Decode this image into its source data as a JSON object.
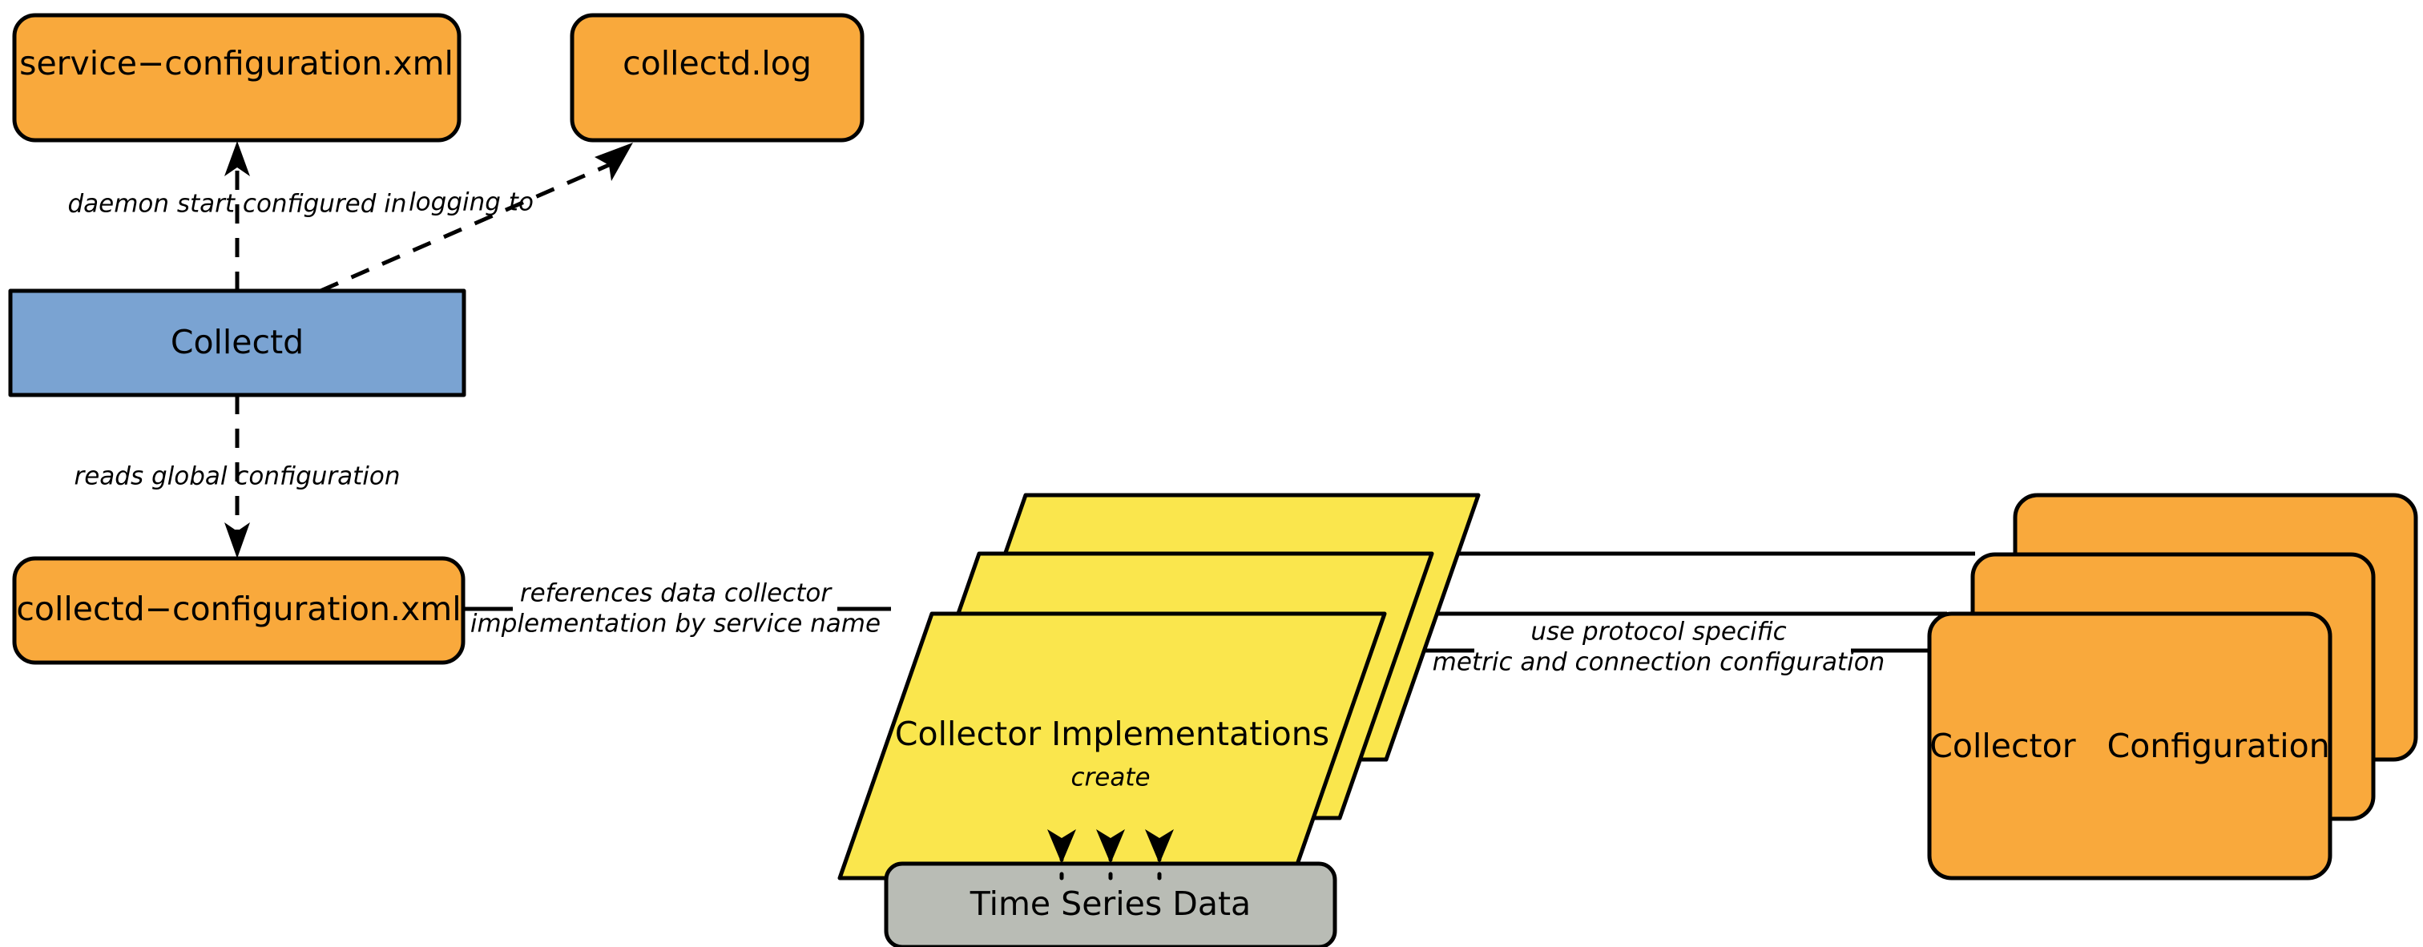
{
  "diagram": {
    "title": "Collectd architecture diagram",
    "background_color": "#ffffff",
    "colors": {
      "orange": "#f9a93c",
      "blue": "#7aa3d2",
      "yellow": "#fae64d",
      "gray": "#b9bcb5",
      "stroke": "#000000"
    },
    "nodes": [
      {
        "id": "service-configuration-xml",
        "label": "service−configuration.xml",
        "shape": "rounded-rect",
        "fill": "#f9a93c"
      },
      {
        "id": "collectd-log",
        "label": "collectd.log",
        "shape": "rounded-rect",
        "fill": "#f9a93c"
      },
      {
        "id": "collectd",
        "label": "Collectd",
        "shape": "rect",
        "fill": "#7aa3d2"
      },
      {
        "id": "collectd-configuration-xml",
        "label": "collectd−configuration.xml",
        "shape": "rounded-rect",
        "fill": "#f9a93c"
      },
      {
        "id": "collector-implementations",
        "label": "Collector Implementations",
        "shape": "parallelogram-stack",
        "fill": "#fae64d",
        "stack_count": 3
      },
      {
        "id": "collector-configuration",
        "label": "Collector   Configuration",
        "shape": "rounded-rect-stack",
        "fill": "#f9a93c",
        "stack_count": 3
      },
      {
        "id": "time-series-data",
        "label": "Time Series Data",
        "shape": "rounded-rect",
        "fill": "#b9bcb5"
      }
    ],
    "edges": [
      {
        "id": "daemon-start-configured-in",
        "label": "daemon start configured in",
        "from": "collectd",
        "to": "service-configuration-xml",
        "style": "dashed",
        "arrow": "open"
      },
      {
        "id": "logging-to",
        "label": "logging to",
        "from": "collectd",
        "to": "collectd-log",
        "style": "dashed",
        "arrow": "filled"
      },
      {
        "id": "reads-global-configuration",
        "label": "reads global configuration",
        "from": "collectd",
        "to": "collectd-configuration-xml",
        "style": "dashed",
        "arrow": "open"
      },
      {
        "id": "references-data-collector",
        "label_line1": "references data collector",
        "label_line2": "implementation by service name",
        "from": "collectd-configuration-xml",
        "to": "collector-implementations",
        "style": "solid",
        "arrow": "none"
      },
      {
        "id": "use-protocol-specific",
        "label_line1": "use protocol specific",
        "label_line2": "metric and connection configuration",
        "from": "collector-implementations",
        "to": "collector-configuration",
        "style": "solid",
        "arrow": "none"
      },
      {
        "id": "create",
        "label": "create",
        "from": "collector-implementations",
        "to": "time-series-data",
        "style": "dotted",
        "arrow": "filled"
      }
    ]
  }
}
